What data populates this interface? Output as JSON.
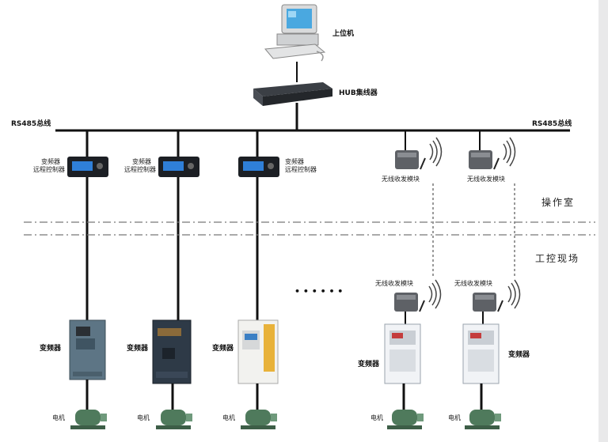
{
  "top": {
    "pc_label": "上位机",
    "hub_label": "HUB集线器",
    "bus_left": "RS485总线",
    "bus_right": "RS485总线"
  },
  "controllers": [
    {
      "label_line1": "变频器",
      "label_line2": "远程控制器"
    },
    {
      "label_line1": "变频器",
      "label_line2": "远程控制器"
    },
    {
      "label_line1": "变频器",
      "label_line2": "远程控制器"
    }
  ],
  "wireless_top": [
    {
      "label": "无线收发模块"
    },
    {
      "label": "无线收发模块"
    }
  ],
  "wireless_bottom": [
    {
      "label": "无线收发模块"
    },
    {
      "label": "无线收发模块"
    }
  ],
  "zones": {
    "operation_room": "操作室",
    "field": "工控现场"
  },
  "ellipsis": "• • • • • •",
  "inverters": [
    {
      "label": "变频器",
      "color": "#5d7585"
    },
    {
      "label": "变频器",
      "color": "#2e3a47"
    },
    {
      "label": "变频器",
      "color": "#f2f2ef"
    },
    {
      "label": "变频器",
      "color": "#f1f3f6"
    },
    {
      "label": "变频器",
      "color": "#f1f3f6"
    }
  ],
  "motors": [
    {
      "label": "电机"
    },
    {
      "label": "电机"
    },
    {
      "label": "电机"
    },
    {
      "label": "电机"
    },
    {
      "label": "电机"
    }
  ]
}
